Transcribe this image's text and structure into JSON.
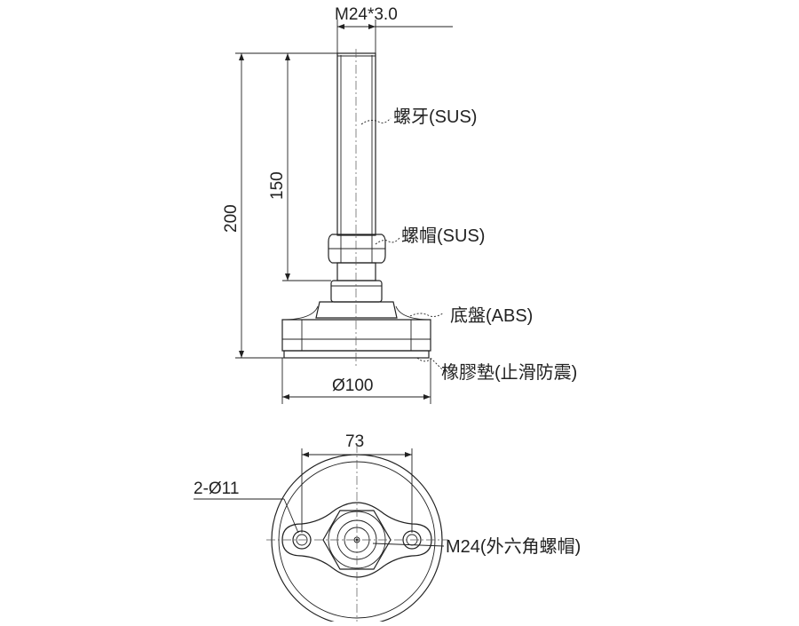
{
  "side_view": {
    "thread_spec": "M24*3.0",
    "total_height": "200",
    "thread_length": "150",
    "base_diameter": "Ø100",
    "part_labels": {
      "screw": "螺牙(SUS)",
      "nut": "螺帽(SUS)",
      "base": "底盤(ABS)",
      "pad": "橡膠墊(止滑防震)"
    }
  },
  "bottom_view": {
    "hole_spacing": "73",
    "holes": "2-Ø11",
    "nut_label": "M24(外六角螺帽)"
  }
}
